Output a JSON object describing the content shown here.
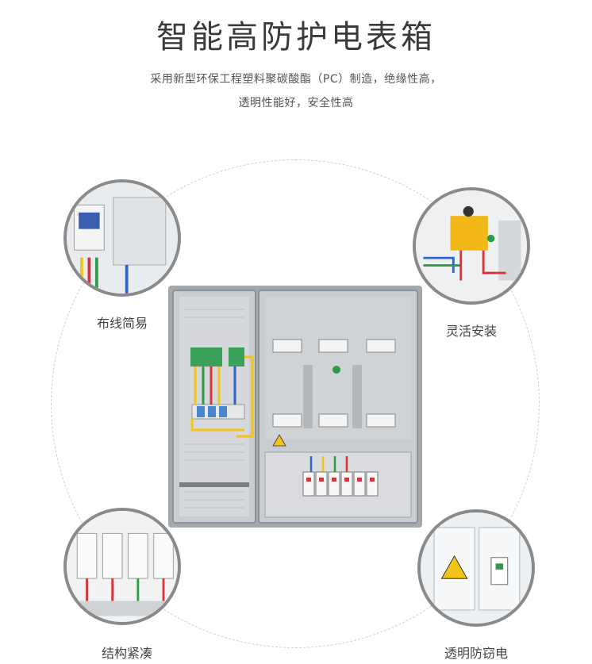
{
  "header": {
    "title": "智能高防护电表箱",
    "subtitle_line1": "采用新型环保工程塑料聚碳酸酯（PC）制造，绝缘性高，",
    "subtitle_line2": "透明性能好，安全性高"
  },
  "features": [
    {
      "label": "布线简易",
      "icon": "wiring-photo"
    },
    {
      "label": "灵活安装",
      "icon": "mounting-photo"
    },
    {
      "label": "结构紧凑",
      "icon": "compact-photo"
    },
    {
      "label": "透明防窃电",
      "icon": "transparent-photo"
    }
  ],
  "colors": {
    "bubble_border": "#8a8a8a",
    "cabinet_body": "#9aa0a6",
    "wire_yellow": "#f2c318",
    "wire_red": "#d8333a",
    "wire_green": "#2e9a4a",
    "wire_blue": "#2f64c8"
  }
}
